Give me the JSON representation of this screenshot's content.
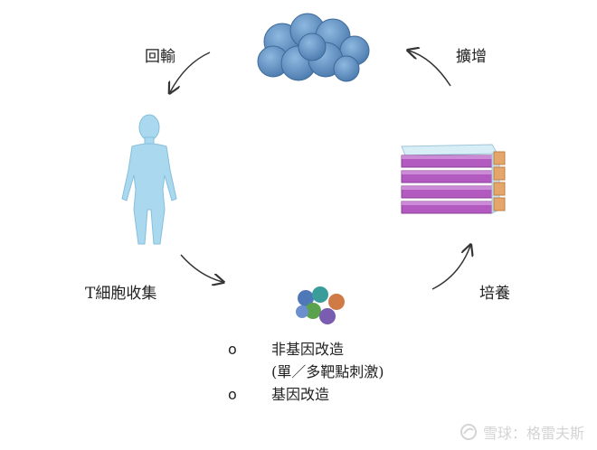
{
  "labels": {
    "reinfuse": "回輸",
    "expand": "擴增",
    "collect": "T細胞收集",
    "culture": "培養"
  },
  "bullets": [
    {
      "marker": "o",
      "lines": [
        "非基因改造",
        "(單／多靶點刺激)"
      ]
    },
    {
      "marker": "o",
      "lines": [
        "基因改造"
      ]
    }
  ],
  "watermark": {
    "text": "雪球：格雷夫斯"
  },
  "colors": {
    "cells_blue": "#5d8fc2",
    "body_blue": "#a9d8ef",
    "flask_purple": "#b25ac0",
    "flask_cap": "#e4a66a",
    "arrow": "#333333"
  }
}
